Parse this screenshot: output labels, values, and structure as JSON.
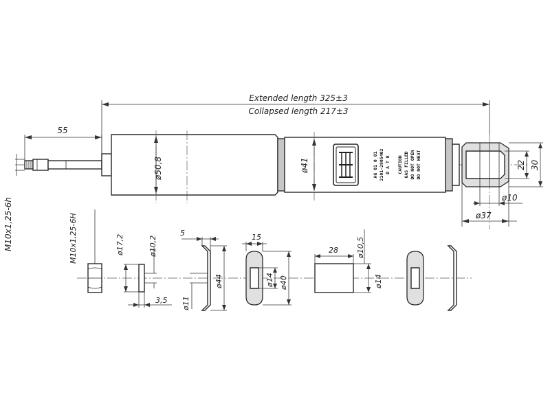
{
  "dimensions": {
    "extended_length": "Extended length 325±3",
    "collapsed_length": "Collapsed length 217±3",
    "rod_length": "55",
    "rod_thread": "M10x1,25-6h",
    "nut_thread": "M10x1,25-6H",
    "body_diameter": "ø50,8",
    "sleeve_diameter": "ø41",
    "eye_width_outer": "30",
    "eye_width_inner": "22",
    "eye_bore": "ø10",
    "eye_outer": "ø37",
    "washer_outer": "ø17,2",
    "washer_inner": "ø10,2",
    "washer_thickness": "3,5",
    "cup_thickness": "5",
    "cup_outer": "ø44",
    "cup_inner": "ø11",
    "bushing_width": "15",
    "bushing_inner": "ø14",
    "bushing_outer": "ø40",
    "spacer_length": "28",
    "spacer_outer": "ø10,5",
    "spacer_inner": "ø14"
  },
  "body_label": {
    "line1": "AG 01 0 01",
    "line2": "2101-2905402",
    "line3": "D A T E",
    "line4": "CAUTION",
    "line5": "GAS FILLED",
    "line6": "DO NOT OPEN",
    "line7": "DO NOT HEAT"
  }
}
